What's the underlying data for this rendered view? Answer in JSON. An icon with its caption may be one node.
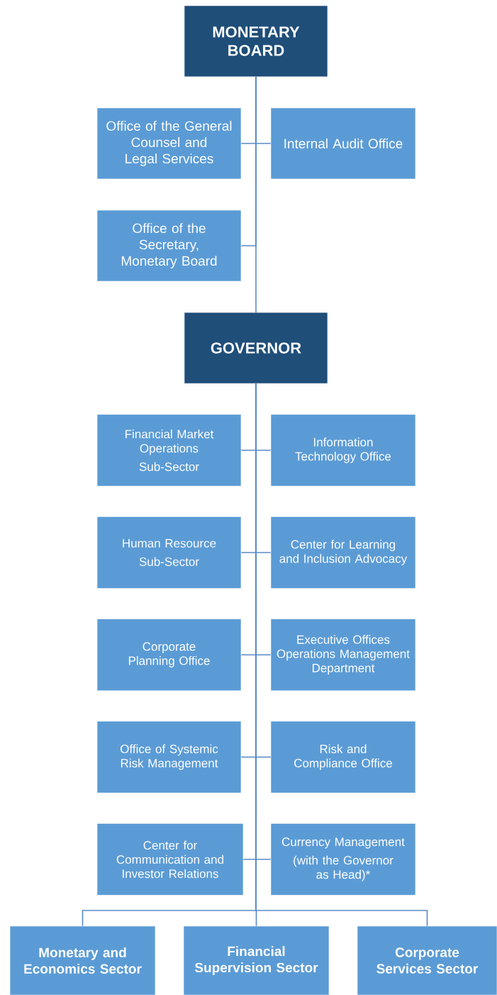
{
  "diagram": {
    "nodes": [
      {
        "text": [
          "MONETARY BOARD"
        ]
      },
      {
        "text": [
          "Office of the General Counsel and Legal Services"
        ]
      },
      {
        "text": [
          "Internal Audit Office"
        ]
      },
      {
        "text": [
          "Office of the Secretary, Monetary Board"
        ]
      },
      {
        "text": [
          "GOVERNOR"
        ]
      },
      {
        "text": [
          "Financial Market Operations",
          "Sub-Sector"
        ]
      },
      {
        "text": [
          "Information Technology Office"
        ]
      },
      {
        "text": [
          "Human Resource",
          "Sub-Sector"
        ]
      },
      {
        "text": [
          "Center for Learning and Inclusion Advocacy"
        ]
      },
      {
        "text": [
          "Corporate Planning Office"
        ]
      },
      {
        "text": [
          "Executive Offices Operations Management Department"
        ]
      },
      {
        "text": [
          "Office of Systemic  Risk Management"
        ]
      },
      {
        "text": [
          "Risk and Compliance Office"
        ]
      },
      {
        "text": [
          "Center for Communication and Investor Relations"
        ]
      },
      {
        "text": [
          "Currency Management",
          "(with the Governor as Head)*"
        ]
      },
      {
        "text": [
          "Monetary and Economics Sector"
        ]
      },
      {
        "text": [
          "Financial Supervision Sector"
        ]
      },
      {
        "text": [
          "Corporate Services Sector"
        ]
      }
    ],
    "edges": [
      {
        "from": 0,
        "to": 1,
        "arrow": "none"
      },
      {
        "from": 0,
        "to": 2,
        "arrow": "none"
      },
      {
        "from": 0,
        "to": 3,
        "arrow": "none"
      },
      {
        "from": 0,
        "to": 4,
        "arrow": "none"
      },
      {
        "from": 4,
        "to": 5,
        "arrow": "none"
      },
      {
        "from": 4,
        "to": 6,
        "arrow": "none"
      },
      {
        "from": 4,
        "to": 7,
        "arrow": "none"
      },
      {
        "from": 4,
        "to": 8,
        "arrow": "none"
      },
      {
        "from": 4,
        "to": 9,
        "arrow": "none"
      },
      {
        "from": 4,
        "to": 10,
        "arrow": "none"
      },
      {
        "from": 4,
        "to": 11,
        "arrow": "none"
      },
      {
        "from": 4,
        "to": 12,
        "arrow": "none"
      },
      {
        "from": 4,
        "to": 13,
        "arrow": "none"
      },
      {
        "from": 4,
        "to": 14,
        "arrow": "none"
      },
      {
        "from": 4,
        "to": 15,
        "arrow": "none"
      },
      {
        "from": 4,
        "to": 16,
        "arrow": "none"
      },
      {
        "from": 4,
        "to": 17,
        "arrow": "none"
      }
    ]
  }
}
